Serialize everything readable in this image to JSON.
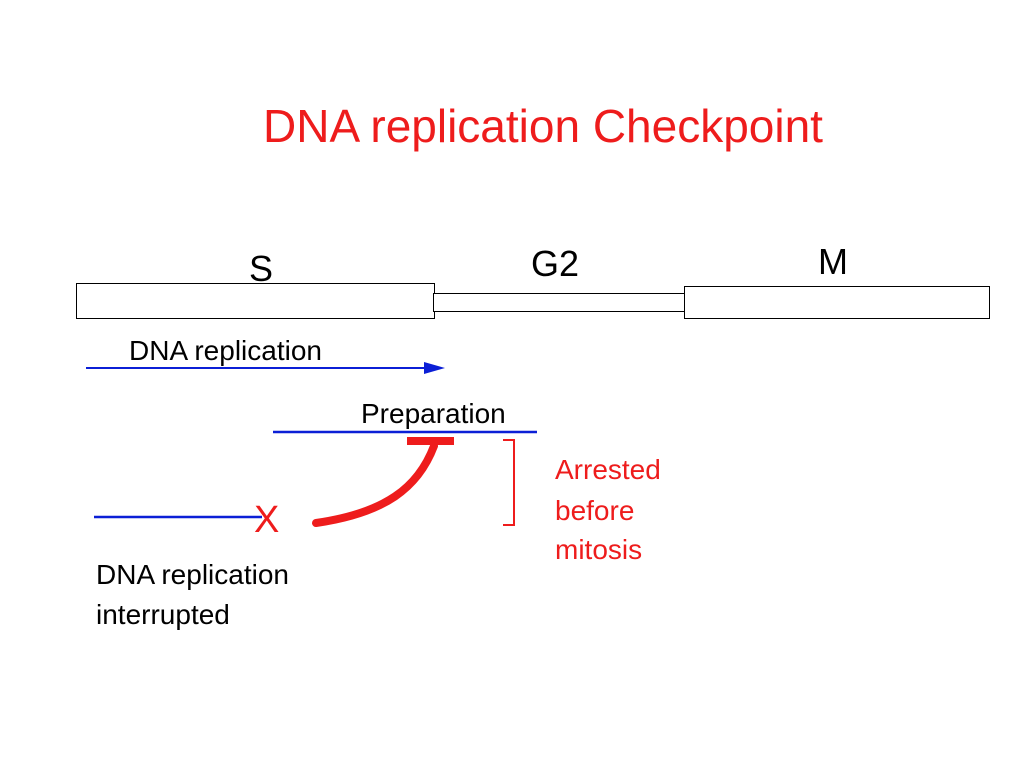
{
  "title": "DNA replication Checkpoint",
  "phases": {
    "s": "S",
    "g2": "G2",
    "m": "M"
  },
  "labels": {
    "dna_replication": "DNA replication",
    "preparation": "Preparation",
    "interrupted_line1": "DNA replication",
    "interrupted_line2": "interrupted",
    "block_mark": "X",
    "arrested_line1": "Arrested",
    "arrested_line2": "before",
    "arrested_line3": "mitosis"
  },
  "colors": {
    "title": "#ee1c1c",
    "arrow": "#0b1fd6",
    "inhibition": "#ee1c1c",
    "text": "#000000"
  }
}
